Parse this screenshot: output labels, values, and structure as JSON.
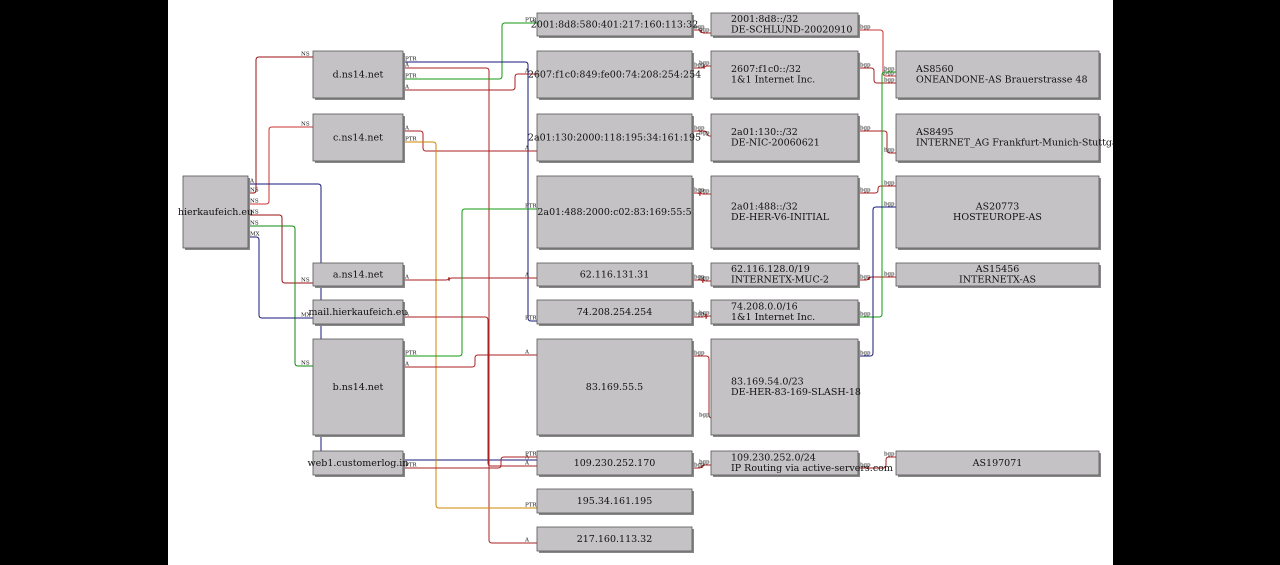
{
  "nodes": [
    {
      "id": "hier",
      "lines": [
        "hierkaufeich.eu"
      ]
    },
    {
      "id": "dns14",
      "lines": [
        "d.ns14.net"
      ]
    },
    {
      "id": "cns14",
      "lines": [
        "c.ns14.net"
      ]
    },
    {
      "id": "ans14",
      "lines": [
        "a.ns14.net"
      ]
    },
    {
      "id": "mail",
      "lines": [
        "mail.hierkaufeich.eu"
      ]
    },
    {
      "id": "bns14",
      "lines": [
        "b.ns14.net"
      ]
    },
    {
      "id": "web1",
      "lines": [
        "web1.customerlog.in"
      ]
    },
    {
      "id": "ip6a",
      "lines": [
        "2001:8d8:580:401:217:160:113:32"
      ]
    },
    {
      "id": "ip6b",
      "lines": [
        "2607:f1c0:849:fe00:74:208:254:254"
      ]
    },
    {
      "id": "ip6c",
      "lines": [
        "2a01:130:2000:118:195:34:161:195"
      ]
    },
    {
      "id": "ip6d",
      "lines": [
        "2a01:488:2000:c02:83:169:55:5"
      ]
    },
    {
      "id": "ip4a",
      "lines": [
        "62.116.131.31"
      ]
    },
    {
      "id": "ip4b",
      "lines": [
        "74.208.254.254"
      ]
    },
    {
      "id": "ip4c",
      "lines": [
        "83.169.55.5"
      ]
    },
    {
      "id": "ip4d",
      "lines": [
        "109.230.252.170"
      ]
    },
    {
      "id": "ip4e",
      "lines": [
        "195.34.161.195"
      ]
    },
    {
      "id": "ip4f",
      "lines": [
        "217.160.113.32"
      ]
    },
    {
      "id": "pfx1",
      "lines": [
        "2001:8d8::/32",
        "DE-SCHLUND-20020910"
      ]
    },
    {
      "id": "pfx2",
      "lines": [
        "2607:f1c0::/32",
        "1&1 Internet Inc."
      ]
    },
    {
      "id": "pfx3",
      "lines": [
        "2a01:130::/32",
        "DE-NIC-20060621"
      ]
    },
    {
      "id": "pfx4",
      "lines": [
        "2a01:488::/32",
        "DE-HER-V6-INITIAL"
      ]
    },
    {
      "id": "pfx5",
      "lines": [
        "62.116.128.0/19",
        "INTERNETX-MUC-2"
      ]
    },
    {
      "id": "pfx6",
      "lines": [
        "74.208.0.0/16",
        "1&1 Internet Inc."
      ]
    },
    {
      "id": "pfx7",
      "lines": [
        "83.169.54.0/23",
        "DE-HER-83-169-SLASH-18"
      ]
    },
    {
      "id": "pfx8",
      "lines": [
        "109.230.252.0/24",
        "IP Routing via active-servers.com"
      ]
    },
    {
      "id": "as1",
      "lines": [
        "AS8560",
        "ONEANDONE-AS Brauerstrasse 48"
      ]
    },
    {
      "id": "as2",
      "lines": [
        "AS8495",
        "INTERNET_AG Frankfurt-Munich-Stuttgart-A"
      ]
    },
    {
      "id": "as3",
      "lines": [
        "AS20773",
        "HOSTEUROPE-AS"
      ]
    },
    {
      "id": "as4",
      "lines": [
        "AS15456",
        "INTERNETX-AS"
      ]
    },
    {
      "id": "as5",
      "lines": [
        "AS197071"
      ]
    }
  ],
  "edges": [
    {
      "from": "hier",
      "to": "dns14",
      "label": "NS",
      "color": "#9a1010"
    },
    {
      "from": "hier",
      "to": "cns14",
      "label": "NS",
      "color": "#cc3333"
    },
    {
      "from": "hier",
      "to": "ans14",
      "label": "NS",
      "color": "#9a1010"
    },
    {
      "from": "hier",
      "to": "bns14",
      "label": "NS",
      "color": "#118811"
    },
    {
      "from": "hier",
      "to": "mail",
      "label": "MX",
      "color": "#1a1a7a"
    },
    {
      "from": "hier",
      "to": "ip4d",
      "label": "A",
      "color": "#1a1a7a"
    },
    {
      "from": "dns14",
      "to": "ip4f",
      "label": "A",
      "color": "#aa2020"
    },
    {
      "from": "dns14",
      "to": "ip6a",
      "label": "PTR",
      "color": "#119911"
    },
    {
      "from": "dns14",
      "to": "ip6b",
      "label": "A",
      "color": "#aa2020"
    },
    {
      "from": "dns14",
      "to": "ip4b",
      "label": "PTR",
      "color": "#1a1a7a"
    },
    {
      "from": "cns14",
      "to": "ip6c",
      "label": "A",
      "color": "#aa2020"
    },
    {
      "from": "cns14",
      "to": "ip4e",
      "label": "PTR",
      "color": "#cc8800"
    },
    {
      "from": "ans14",
      "to": "ip4a",
      "label": "A",
      "color": "#aa2020"
    },
    {
      "from": "bns14",
      "to": "ip6d",
      "label": "PTR",
      "color": "#119911"
    },
    {
      "from": "bns14",
      "to": "ip4c",
      "label": "A",
      "color": "#aa2020"
    },
    {
      "from": "mail",
      "to": "ip4d",
      "label": "A",
      "color": "#aa2020"
    },
    {
      "from": "web1",
      "to": "ip4d",
      "label": "PTR",
      "color": "#aa2020"
    },
    {
      "from": "ip6a",
      "to": "pfx1",
      "label": "bgp",
      "color": "#aa2020"
    },
    {
      "from": "ip6b",
      "to": "pfx2",
      "label": "bgp",
      "color": "#aa2020"
    },
    {
      "from": "ip6c",
      "to": "pfx3",
      "label": "bgp",
      "color": "#aa2020"
    },
    {
      "from": "ip6d",
      "to": "pfx4",
      "label": "bgp",
      "color": "#aa2020"
    },
    {
      "from": "ip4a",
      "to": "pfx5",
      "label": "bgp",
      "color": "#aa2020"
    },
    {
      "from": "ip4b",
      "to": "pfx6",
      "label": "bgp",
      "color": "#aa2020"
    },
    {
      "from": "ip4c",
      "to": "pfx7",
      "label": "bgp",
      "color": "#aa2020"
    },
    {
      "from": "ip4d",
      "to": "pfx8",
      "label": "bgp",
      "color": "#aa2020"
    },
    {
      "from": "pfx1",
      "to": "as1",
      "label": "bgp",
      "color": "#cc3333"
    },
    {
      "from": "pfx2",
      "to": "as1",
      "label": "bgp",
      "color": "#aa2020"
    },
    {
      "from": "pfx3",
      "to": "as2",
      "label": "bgp",
      "color": "#aa2020"
    },
    {
      "from": "pfx4",
      "to": "as3",
      "label": "bgp",
      "color": "#aa2020"
    },
    {
      "from": "pfx5",
      "to": "as4",
      "label": "bgp",
      "color": "#aa2020"
    },
    {
      "from": "pfx6",
      "to": "as1",
      "label": "bgp",
      "color": "#119911"
    },
    {
      "from": "pfx7",
      "to": "as3",
      "label": "bgp",
      "color": "#1a1a7a"
    },
    {
      "from": "pfx8",
      "to": "as5",
      "label": "bgp",
      "color": "#aa2020"
    }
  ]
}
